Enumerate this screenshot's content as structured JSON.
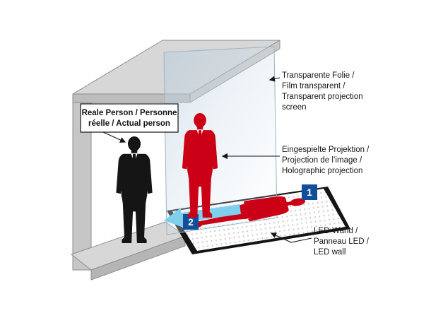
{
  "figure": {
    "colors": {
      "projection_red": "#cb0016",
      "silhouette_black": "#151515",
      "marker_blue": "#114f9d",
      "arrow_lightblue": "#7fd0ed"
    },
    "callouts": {
      "real_person": {
        "lines": [
          "Reale Person / Personne",
          "réelle / Actual person"
        ]
      },
      "transparent_screen": {
        "lines": [
          "Transparente Folie /",
          "Film transparent /",
          "Transparent projection",
          "screen"
        ]
      },
      "projection": {
        "lines": [
          "Eingespielte Projektion /",
          "Projection de l’image /",
          "Holographic projection"
        ]
      },
      "led_wall": {
        "lines": [
          "LED-Wand /",
          "Panneau LED /",
          "LED wall"
        ]
      }
    },
    "markers": {
      "step1": "1",
      "step2": "2"
    }
  }
}
